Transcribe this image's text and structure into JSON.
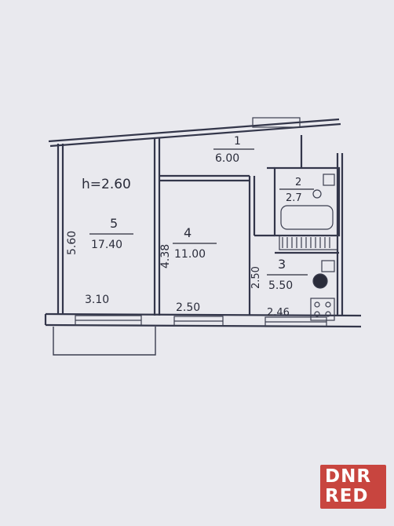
{
  "plan": {
    "ceiling_height": "h=2.60",
    "rooms": [
      {
        "number": "1",
        "area": "6.00"
      },
      {
        "number": "2",
        "area": "2.7"
      },
      {
        "number": "3",
        "area": "5.50"
      },
      {
        "number": "4",
        "area": "11.00"
      },
      {
        "number": "5",
        "area": "17.40"
      }
    ],
    "dimensions": {
      "room5_height": "5.60",
      "room4_height": "4.38",
      "room3_height": "2.50",
      "room5_width": "3.10",
      "room4_width": "2.50",
      "room3_width": "2.46"
    }
  },
  "watermark": {
    "line1": "DNR",
    "line2": "RED"
  }
}
